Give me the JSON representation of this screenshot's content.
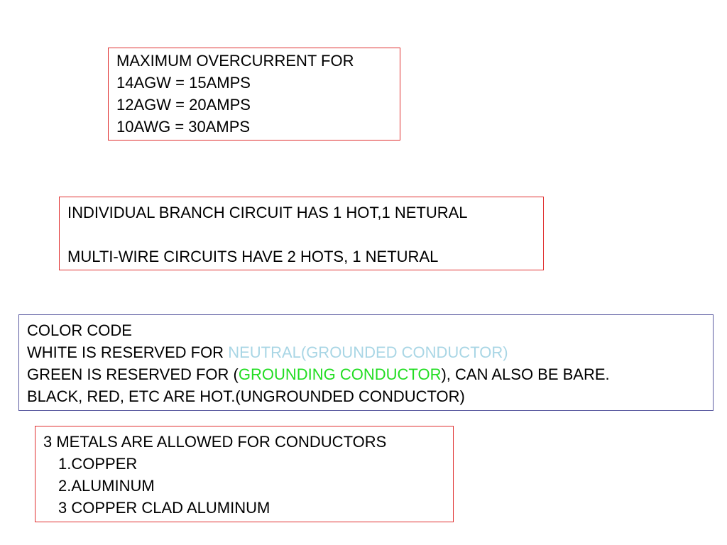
{
  "colors": {
    "box_border_red": "#e03030",
    "box_border_blue": "#5a5aa0",
    "neutral_highlight": "#a9d6e5",
    "grounding_highlight": "#22dd22"
  },
  "overcurrent": {
    "heading": "MAXIMUM OVERCURRENT FOR",
    "lines": [
      "14AGW = 15AMPS",
      "12AGW = 20AMPS",
      "10AWG = 30AMPS"
    ]
  },
  "branch": {
    "individual": "INDIVIDUAL BRANCH CIRCUIT HAS 1 HOT,1 NETURAL",
    "multi": "MULTI-WIRE CIRCUITS HAVE 2 HOTS, 1 NETURAL"
  },
  "color_code": {
    "heading": "COLOR CODE",
    "white_prefix": "WHITE IS RESERVED FOR ",
    "white_highlight": "NEUTRAL(GROUNDED CONDUCTOR)",
    "green_prefix": "GREEN IS RESERVED FOR (",
    "green_highlight": "GROUNDING CONDUCTOR",
    "green_suffix": "), CAN ALSO BE BARE.",
    "black_line": "BLACK, RED, ETC ARE HOT.(UNGROUNDED CONDUCTOR)"
  },
  "metals": {
    "heading": "3 METALS ARE ALLOWED FOR CONDUCTORS",
    "items": [
      "1.COPPER",
      "2.ALUMINUM",
      "3 COPPER CLAD ALUMINUM"
    ]
  }
}
